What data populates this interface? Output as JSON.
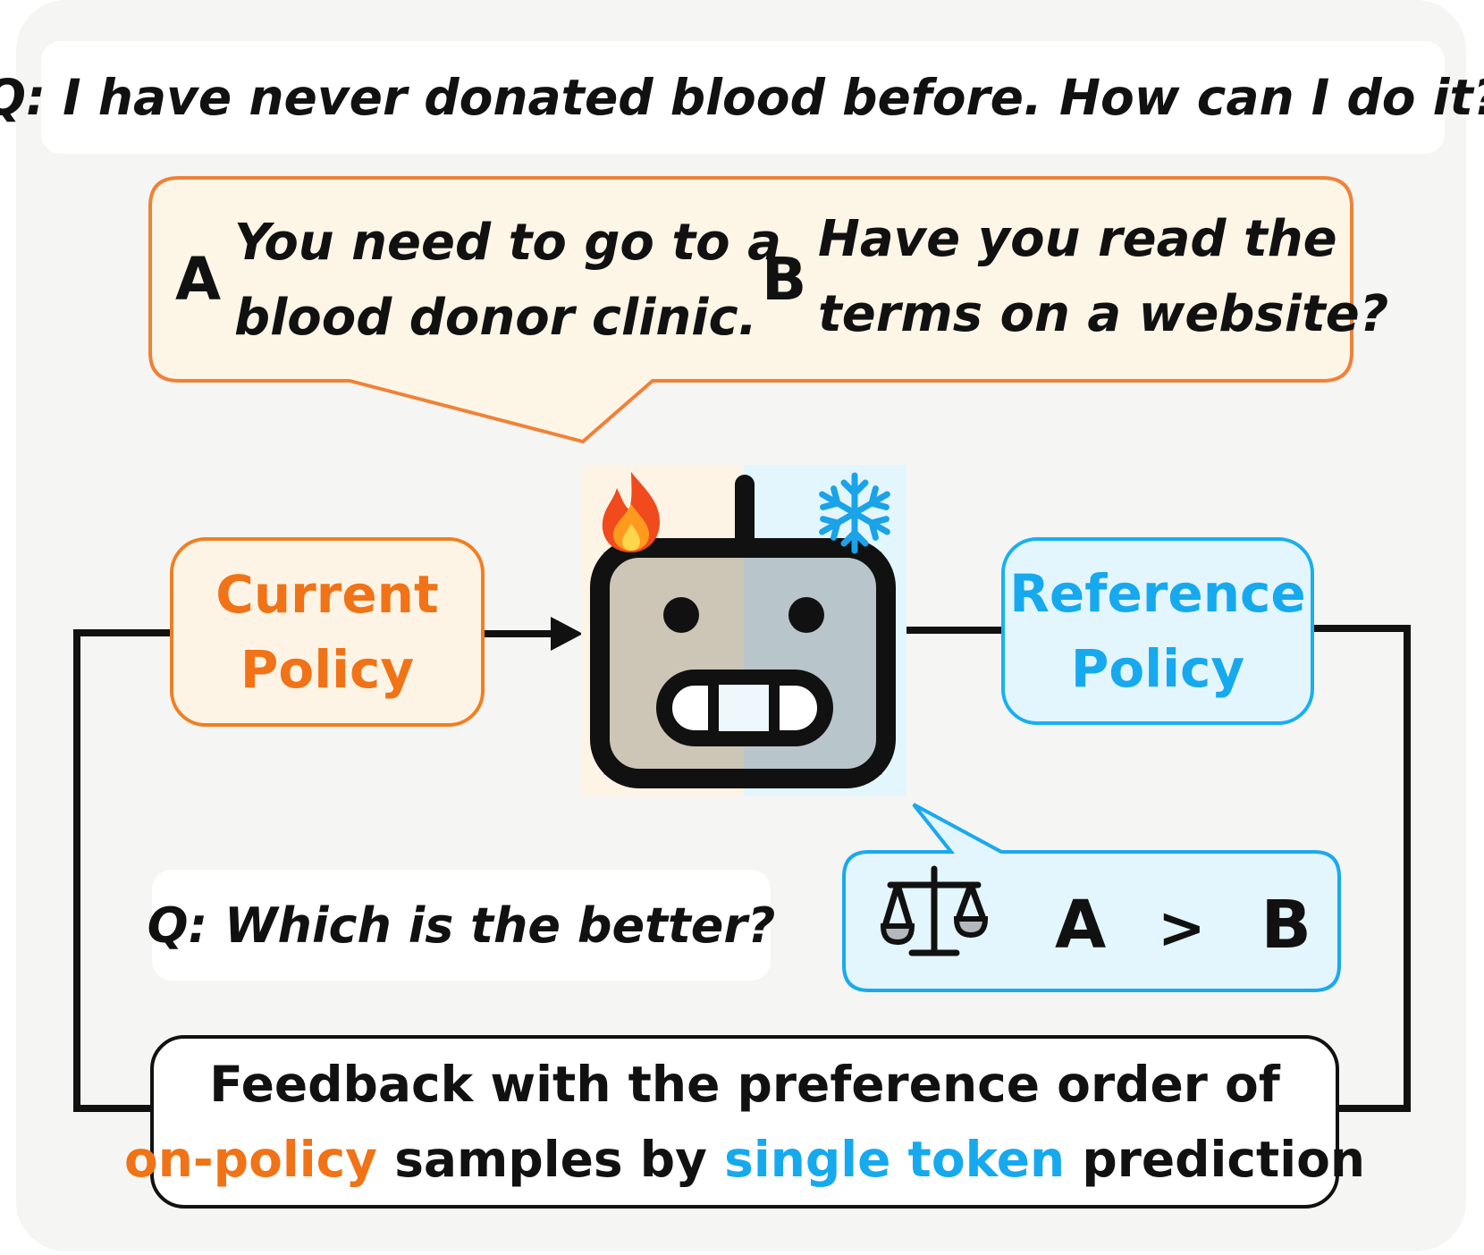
{
  "question": "Q: I have never donated blood before. How can I do it?",
  "response_a": {
    "letter": "A",
    "line1": "You need to go to a",
    "line2": "blood donor clinic."
  },
  "response_b": {
    "letter": "B",
    "line1": "Have you read the",
    "line2": "terms on a website?"
  },
  "current_policy": {
    "line1": "Current",
    "line2": "Policy"
  },
  "reference_policy": {
    "line1": "Reference",
    "line2": "Policy"
  },
  "which_question": "Q: Which is the better?",
  "comparison": {
    "left": "A",
    "operator": ">",
    "right": "B"
  },
  "feedback": {
    "line1": "Feedback with the preference order of",
    "on_policy": "on-policy",
    "middle": " samples by ",
    "single_token": "single token",
    "end": " prediction"
  },
  "colors": {
    "orange": "#f07317",
    "blue": "#16a9ee",
    "orange_fill": "#fdf4e6",
    "blue_fill": "#e3f5fd",
    "panel": "#f5f5f3"
  },
  "icons": [
    "fire-icon",
    "snowflake-icon",
    "robot-icon",
    "scale-icon",
    "arrow-icon"
  ]
}
